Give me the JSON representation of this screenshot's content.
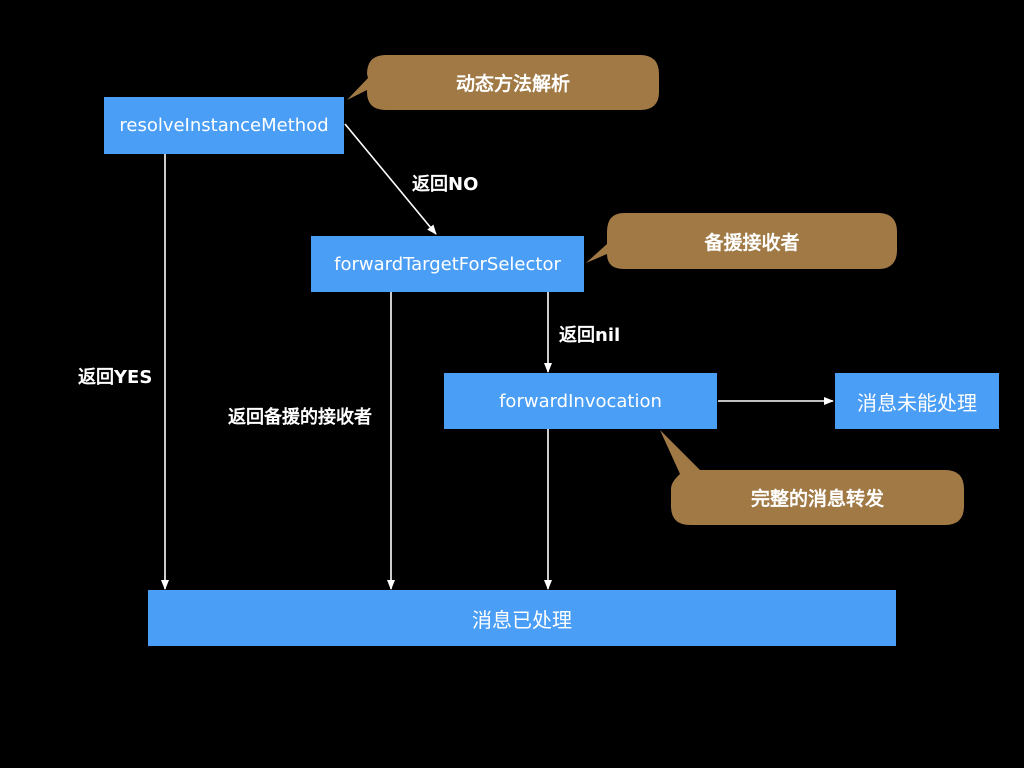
{
  "colors": {
    "background": "#000000",
    "node": "#4a9ef5",
    "callout": "#a07944",
    "line": "#ffffff"
  },
  "nodes": {
    "resolve": "resolveInstanceMethod",
    "forward_target": "forwardTargetForSelector",
    "forward_invocation": "forwardInvocation",
    "unhandled": "消息未能处理",
    "handled": "消息已处理"
  },
  "callouts": {
    "dynamic_resolution": "动态方法解析",
    "backup_receiver": "备援接收者",
    "full_forwarding": "完整的消息转发"
  },
  "edge_labels": {
    "return_no": "返回NO",
    "return_nil": "返回nil",
    "return_yes": "返回YES",
    "return_backup_receiver": "返回备援的接收者"
  }
}
